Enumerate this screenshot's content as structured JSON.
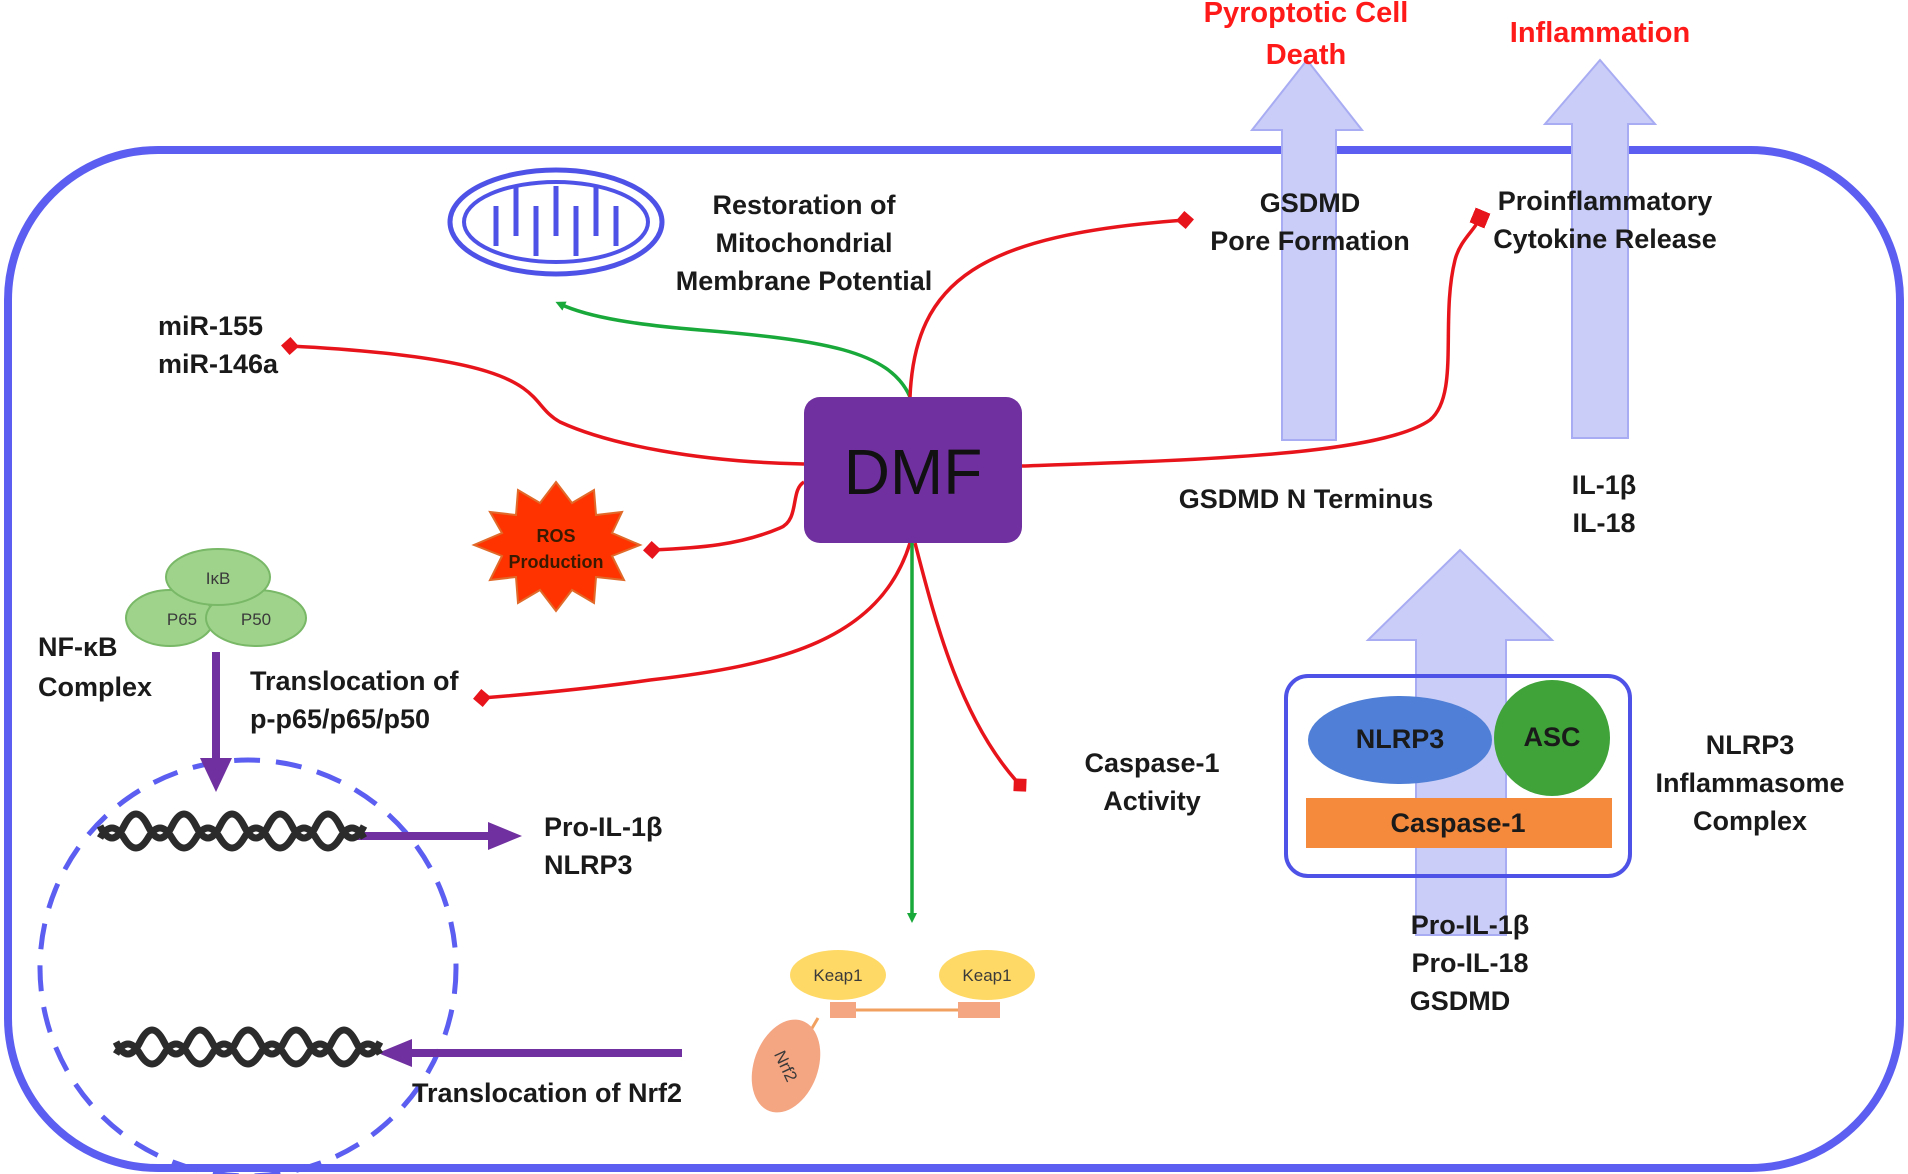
{
  "colors": {
    "cell_border": "#5b5ef0",
    "dmf_box": "#7030a0",
    "inhibit_line": "#e8141b",
    "activate_line": "#19a83a",
    "purple_arrow": "#7030a0",
    "up_arrow_fill": "#c9cdf7",
    "ros_burst": "#ff3300",
    "nfkb_green": "#9fd38c",
    "nlrp3_blue": "#4f7fd6",
    "asc_green": "#3fa33a",
    "caspase_orange": "#f58a3c",
    "keap1_yellow": "#ffd966",
    "nrf2_salmon": "#f4a582",
    "red_heading": "#ff1a1a"
  },
  "labels": {
    "pyroptotic_line1": "Pyroptotic  Cell",
    "pyroptotic_line2": "Death",
    "inflammation": "Inflammation",
    "restoration_line1": "Restoration of",
    "restoration_line2": "Mitochondrial",
    "restoration_line3": "Membrane Potential",
    "gsdmd_pore_line1": "GSDMD",
    "gsdmd_pore_line2": "Pore Formation",
    "proinflammatory_line1": "Proinflammatory",
    "proinflammatory_line2": "Cytokine Release",
    "mir155": "miR-155",
    "mir146a": "miR-146a",
    "dmf": "DMF",
    "ros_line1": "ROS",
    "ros_line2": "Production",
    "gsdmd_n_terminus": "GSDMD N Terminus",
    "il1b": "IL-1β",
    "il18": "IL-18",
    "ikb": "IκB",
    "p65": "P65",
    "p50": "P50",
    "nfkb_line1": "NF-κB",
    "nfkb_line2": "Complex",
    "translocation_p65_line1": "Translocation of",
    "translocation_p65_line2": "p-p65/p65/p50",
    "caspase_activity_line1": "Caspase-1",
    "caspase_activity_line2": "Activity",
    "nlrp3": "NLRP3",
    "asc": "ASC",
    "caspase1": "Caspase-1",
    "nlrp3_complex_line1": "NLRP3",
    "nlrp3_complex_line2": "Inflammasome",
    "nlrp3_complex_line3": "Complex",
    "pro_il1b_nlrp3_line1": "Pro-IL-1β",
    "pro_il1b_nlrp3_line2": "NLRP3",
    "keap1_a": "Keap1",
    "keap1_b": "Keap1",
    "nrf2": "Nrf2",
    "pro_il1b": "Pro-IL-1β",
    "pro_il18": "Pro-IL-18",
    "gsdmd": "GSDMD",
    "translocation_nrf2": "Translocation of Nrf2"
  }
}
